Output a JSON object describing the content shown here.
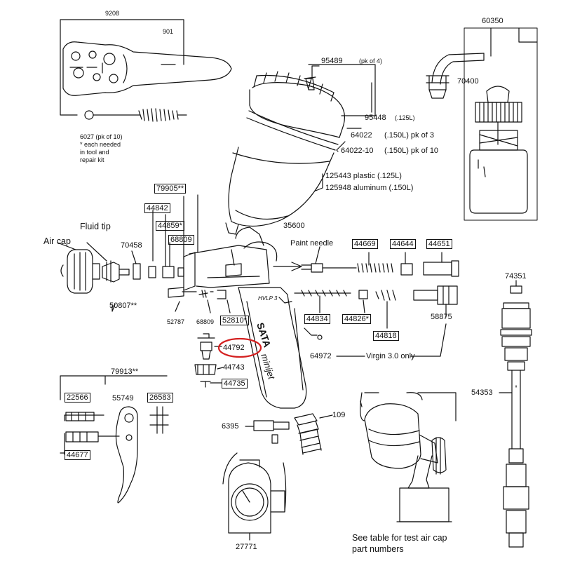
{
  "labels": {
    "wrench_top": "9208",
    "wrench_side": "901",
    "brush_note_1": "6027 (pk of 10)",
    "brush_note_2": "* each needed",
    "brush_note_3": "in tool and",
    "brush_note_4": "repair kit",
    "p95489": "95489",
    "p95489_note": "(pk of 4)",
    "p95448": "95448",
    "p95448_note": "(.125L)",
    "p64022": "64022",
    "p64022_note": "(.150L) pk of 3",
    "p64022_10": "64022-10",
    "p64022_10_note": "(.150L) pk of 10",
    "p125443": "125443 plastic (.125L)",
    "p125948": "125948 aluminum (.150L)",
    "p60350": "60350",
    "p70400": "70400",
    "p79905": "79905**",
    "p44842": "44842",
    "p44859": "44859*",
    "p68809": "68809",
    "p35600": "35600",
    "fluid_tip": "Fluid tip",
    "air_cap": "Air cap",
    "p70458": "70458",
    "paint_needle": "Paint needle",
    "p44669": "44669",
    "p44644": "44644",
    "p44651": "44651",
    "p50807": "50807**",
    "p52787": "52787",
    "p68809b": "68809",
    "p52810": "52810*",
    "p44834": "44834",
    "p44826": "44826*",
    "p44818": "44818",
    "p58875": "58875",
    "p44792": "44792",
    "p44743": "44743",
    "p44735": "44735",
    "p64972": "64972",
    "virgin_note": "Virgin 3.0 only",
    "p79913": "79913**",
    "p22566": "22566",
    "p55749": "55749",
    "p26583": "26583",
    "p44677": "44677",
    "p6395": "6395",
    "p109": "109",
    "p27771": "27771",
    "p74351": "74351",
    "p54353": "54353",
    "test_note_1": "See table for test air cap",
    "test_note_2": "part numbers",
    "gun_brand": "SATA",
    "gun_model": "minijet",
    "gun_hvlp": "HVLP 3"
  },
  "colors": {
    "ink": "#111111",
    "highlight": "#d42020"
  },
  "highlighted_part": "44792"
}
